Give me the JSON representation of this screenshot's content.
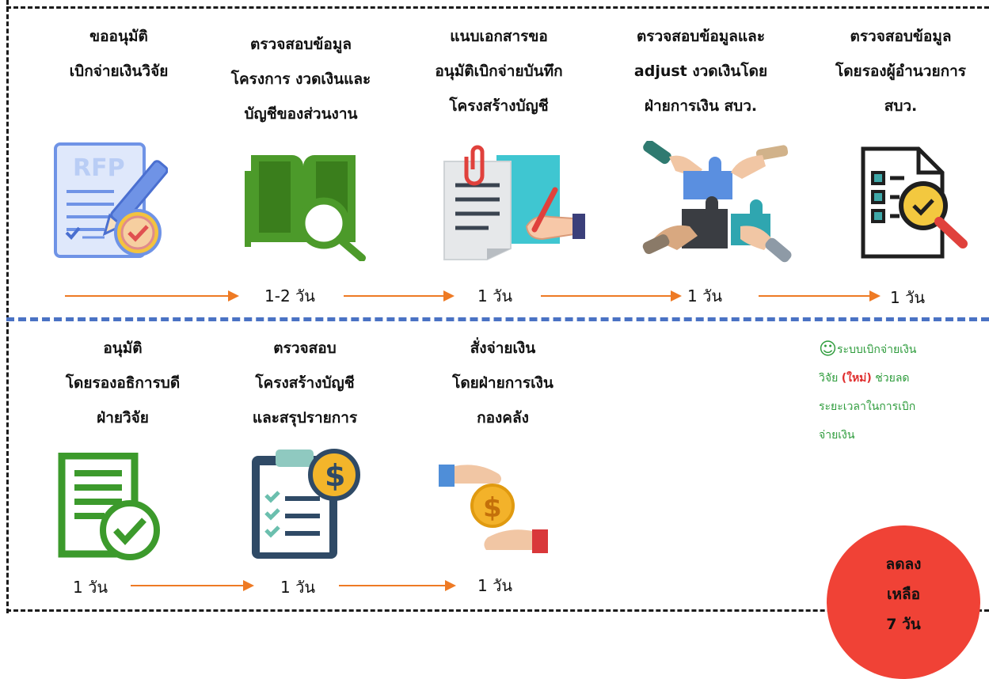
{
  "steps_top": [
    {
      "lines": [
        "ขออนุมัติ",
        "เบิกจ่ายเงินวิจัย"
      ],
      "icon": "rfp-document-icon"
    },
    {
      "lines": [
        "ตรวจสอบข้อมูล",
        "โครงการ งวดเงินและ",
        "บัญชีของส่วนงาน"
      ],
      "icon": "book-magnifier-icon"
    },
    {
      "lines": [
        "แนบเอกสารขอ",
        "อนุมัติเบิกจ่ายบันทึก",
        "โครงสร้างบัญชี"
      ],
      "icon": "document-clip-pen-icon"
    },
    {
      "lines": [
        "ตรวจสอบข้อมูลและ",
        "adjust งวดเงินโดย",
        "ฝ่ายการเงิน สบว."
      ],
      "icon": "puzzle-hands-icon"
    },
    {
      "lines": [
        "ตรวจสอบข้อมูล",
        "โดยรองผู้อำนวยการ",
        "สบว."
      ],
      "icon": "checklist-magnifier-icon"
    }
  ],
  "durations_top": [
    "1-2 วัน",
    "1 วัน",
    "1 วัน",
    "1 วัน"
  ],
  "steps_bottom": [
    {
      "lines": [
        "อนุมัติ",
        "โดยรองอธิการบดี",
        "ฝ่ายวิจัย"
      ],
      "icon": "approved-document-icon"
    },
    {
      "lines": [
        "ตรวจสอบ",
        "โครงสร้างบัญชี",
        "และสรุปรายการ"
      ],
      "icon": "clipboard-dollar-icon"
    },
    {
      "lines": [
        "สั่งจ่ายเงิน",
        "โดยฝ่ายการเงิน",
        "กองคลัง"
      ],
      "icon": "hands-coin-icon"
    }
  ],
  "durations_bottom": [
    "1 วัน",
    "1 วัน",
    "1 วัน"
  ],
  "note": {
    "part1": "ระบบเบิกจ่ายเงิน",
    "part2": "วิจัย ",
    "new_label": "(ใหม่)",
    "part3": " ช่วยลด",
    "part4": "ระยะเวลาในการเบิก",
    "part5": "จ่ายเงิน"
  },
  "summary_circle": {
    "line1": "ลดลง",
    "line2": "เหลือ",
    "line3": "7 วัน"
  },
  "colors": {
    "arrow": "#ee7a24",
    "divider": "#4a72c4",
    "note_text": "#2e9c3c",
    "new_label": "#e03030",
    "circle": "#f04236"
  }
}
